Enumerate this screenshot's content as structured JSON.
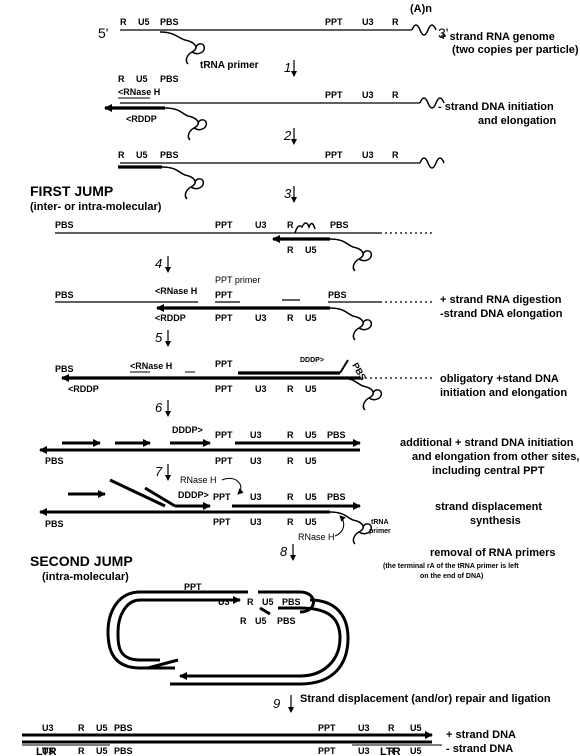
{
  "labels": {
    "five_prime": "5'",
    "three_prime": "3'",
    "polyA": "(A)n",
    "R": "R",
    "U5": "U5",
    "U3": "U3",
    "PBS": "PBS",
    "PPT": "PPT",
    "tRNA_primer": "tRNA primer",
    "rnase_h_arrow": "<RNase H",
    "rddp_arrow": "<RDDP",
    "dddp_arrow": "DDDP>",
    "ppt_primer": "PPT primer",
    "rnase_h": "RNase H",
    "trna": "tRNA",
    "primer": "primer",
    "ltr": "LTR"
  },
  "steps": [
    "1",
    "2",
    "3",
    "4",
    "5",
    "6",
    "7",
    "8",
    "9"
  ],
  "descriptions": {
    "d0a": "+ strand RNA genome",
    "d0b": "(two copies per particle)",
    "d1a": "- strand DNA initiation",
    "d1b": "and elongation",
    "d4a": "+ strand RNA digestion",
    "d4b": "-strand DNA elongation",
    "d5a": "obligatory +stand DNA",
    "d5b": "initiation and elongation",
    "d6a": "additional + strand DNA initiation",
    "d6b": "and elongation from other sites,",
    "d6c": "including central PPT",
    "d7a": "strand displacement",
    "d7b": "synthesis",
    "d8a": "removal of RNA primers",
    "d8b": "(the terminal rA of the tRNA primer is left",
    "d8c": "on the end of DNA)",
    "d9": "Strand displacement (and/or) repair and ligation",
    "plus_dna": "+ strand DNA",
    "minus_dna": "- strand DNA"
  },
  "jumps": {
    "first": "FIRST JUMP",
    "first_sub": "(inter- or intra-molecular)",
    "second": "SECOND JUMP",
    "second_sub": "(intra-molecular)"
  }
}
